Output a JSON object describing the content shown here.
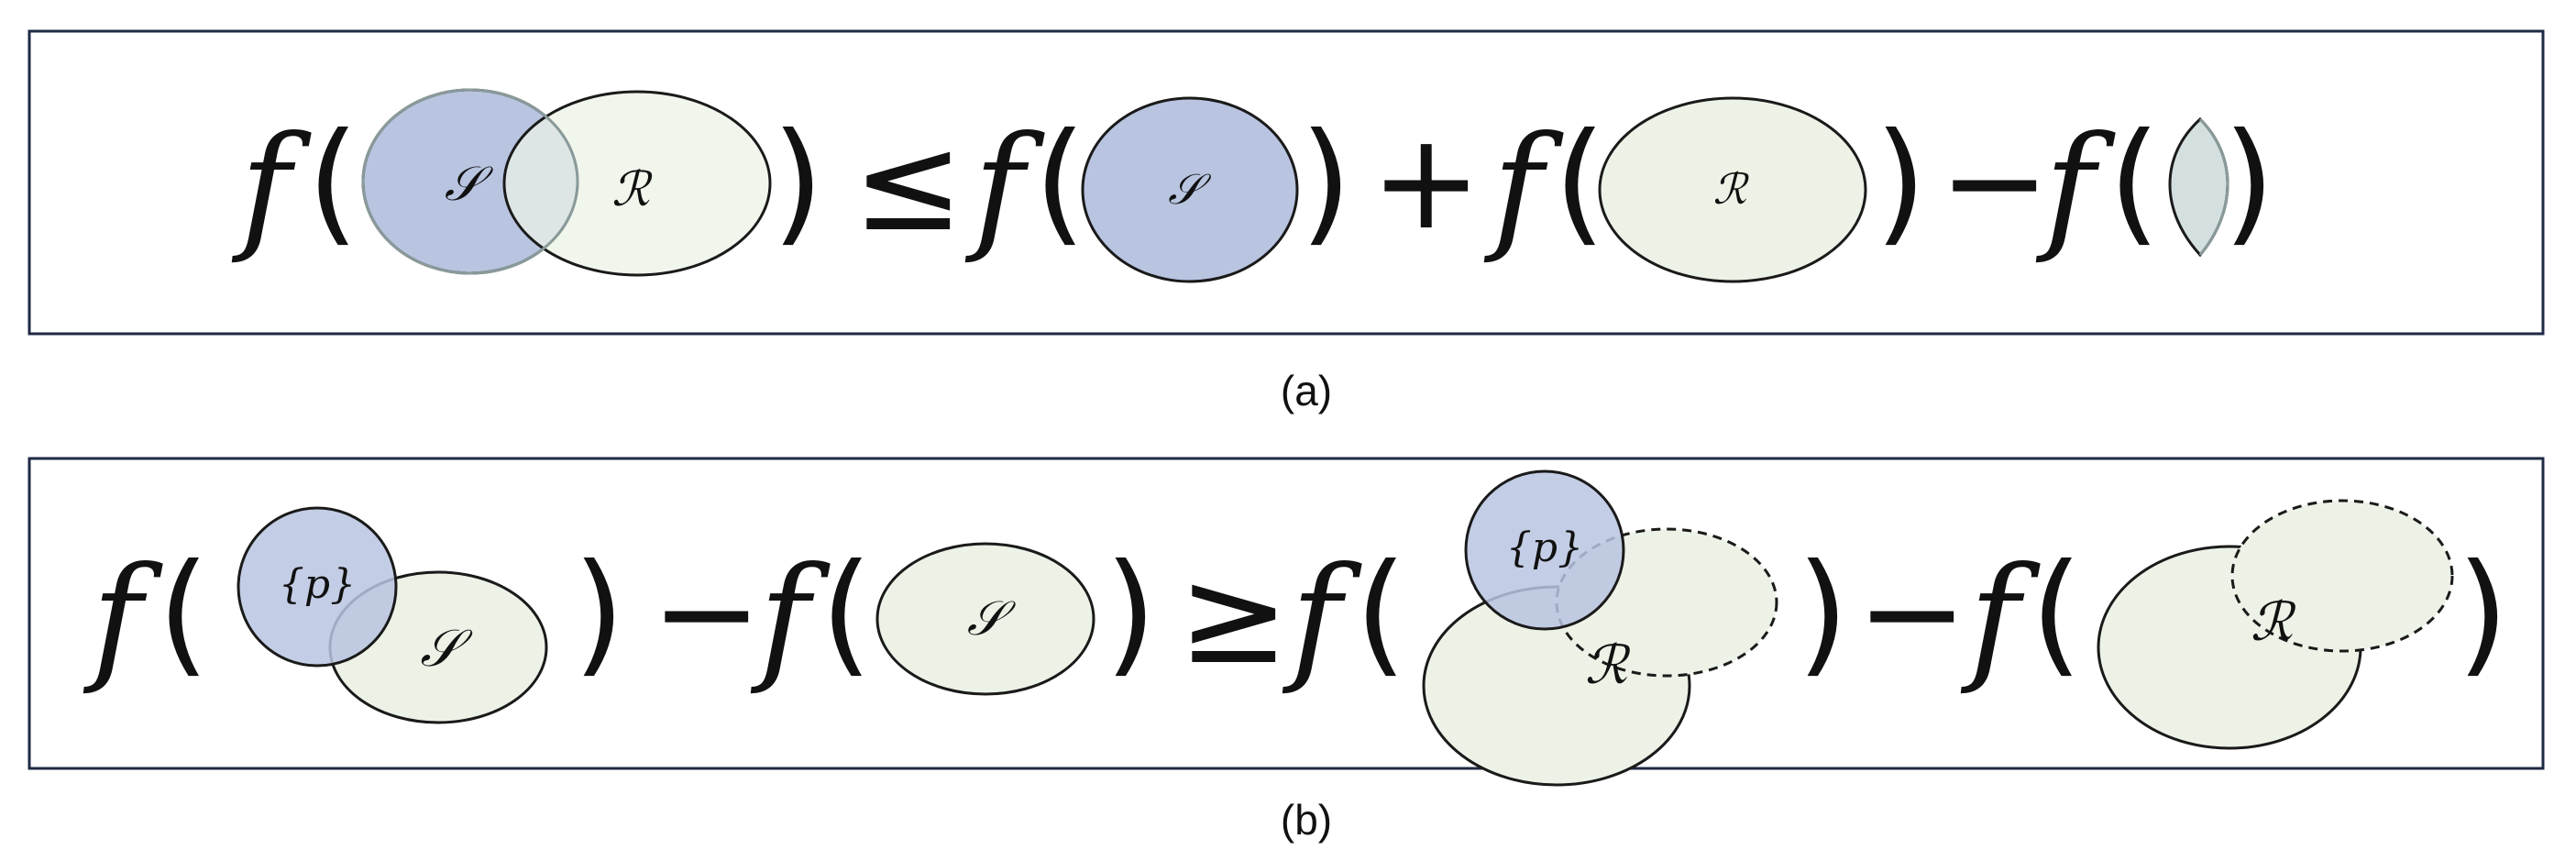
{
  "panel_a": {
    "caption": "(a)",
    "f": "f",
    "open_paren": "(",
    "close_paren": ")",
    "le": "≤",
    "plus": "+",
    "minus": "−",
    "label_s": "𝒮",
    "label_r": "ℛ"
  },
  "panel_b": {
    "caption": "(b)",
    "f": "f",
    "open_paren": "(",
    "close_paren": ")",
    "ge": "≥",
    "minus": "−",
    "label_p": "{p}",
    "label_s": "𝒮",
    "label_r": "ℛ"
  },
  "colors": {
    "blue_fill": "#b8c4e0",
    "green_fill": "#ecf2e6",
    "overlap_fill": "#d4dfe0",
    "stroke": "#1a1a1a",
    "frame": "#1f2a44"
  }
}
